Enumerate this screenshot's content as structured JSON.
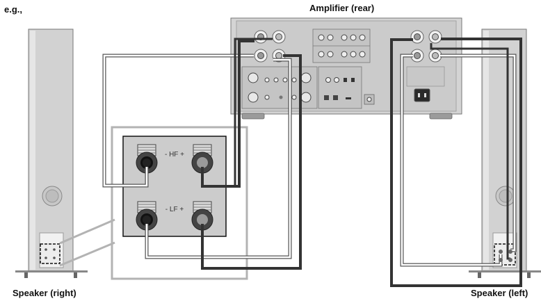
{
  "labels": {
    "example": "e.g.,",
    "amplifier": "Amplifier (rear)",
    "speaker_right": "Speaker (right)",
    "speaker_left": "Speaker (left)",
    "hf": "- HF +",
    "lf": "- LF +"
  },
  "colors": {
    "cable_dark": "#333333",
    "cable_white": "#ffffff",
    "cable_outline": "#555555",
    "panel_gray": "#cccccc",
    "callout_gray": "#b3b3b3",
    "speaker_body": "#d2d2d2",
    "amp_body": "#d4d4d4",
    "terminal_red": "#9a9a9a"
  }
}
